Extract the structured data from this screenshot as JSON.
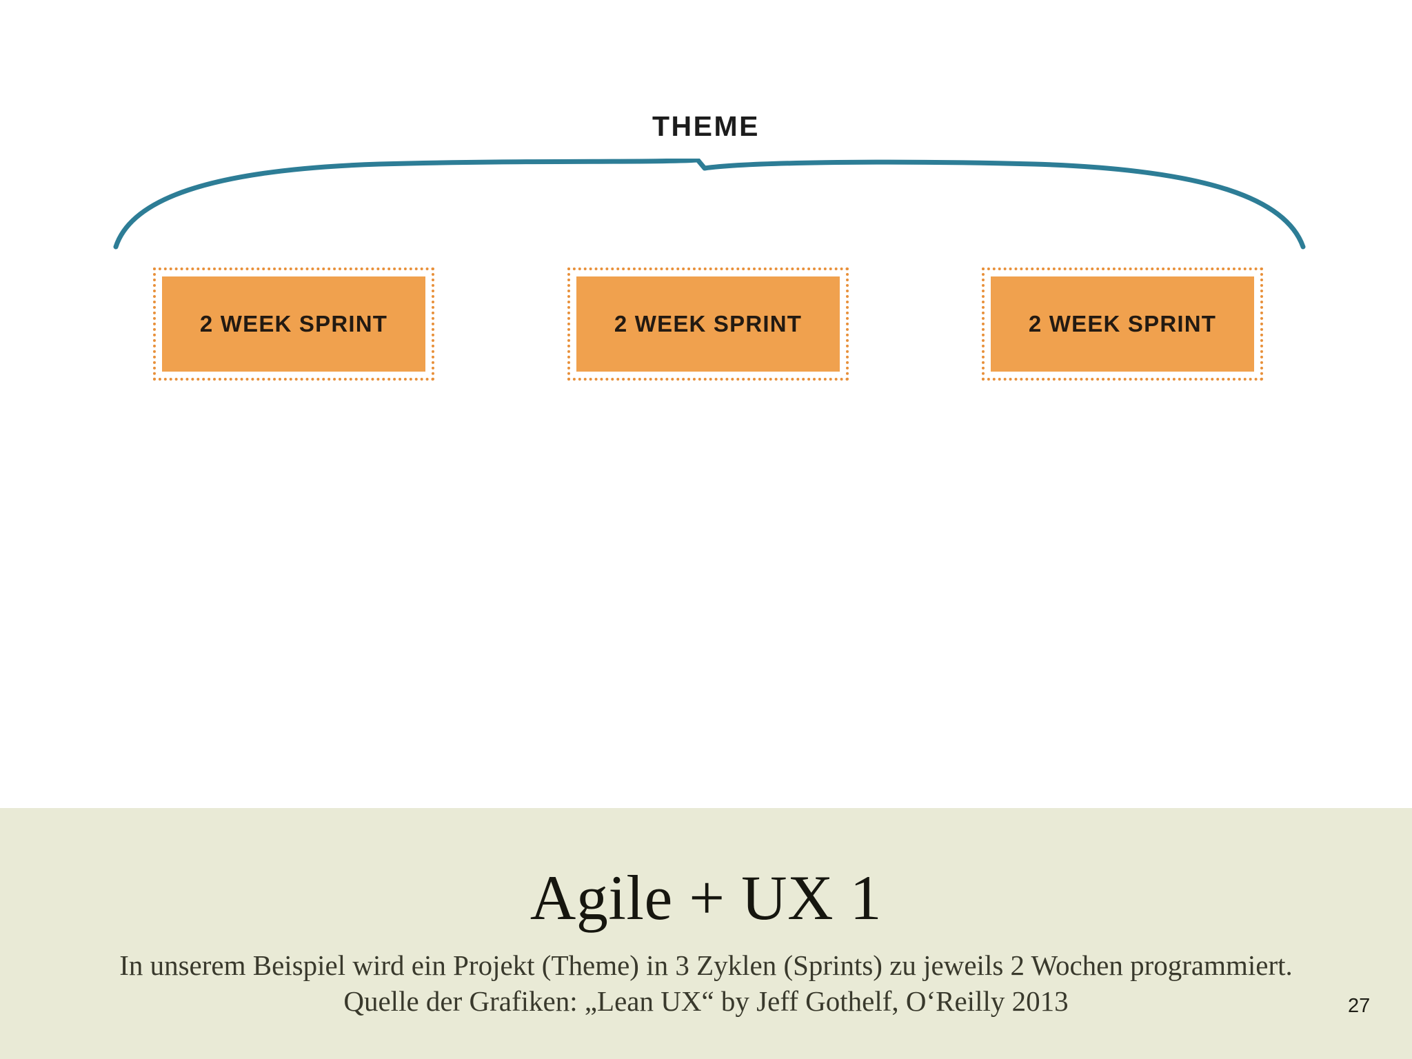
{
  "slide": {
    "page_number": "27",
    "title": "Agile + UX 1",
    "subtitle_line_1": "In unserem Beispiel wird ein Projekt (Theme) in 3 Zyklen (Sprints) zu jeweils 2 Wochen",
    "subtitle_line_2": "programmiert. Quelle der Grafiken: „Lean UX“ by Jeff Gothelf, O‘Reilly 2013",
    "background_color": "#ffffff",
    "caption_band_color": "#e9ead6"
  },
  "diagram": {
    "theme_label": "THEME",
    "brace_color": "#2d7d96",
    "sprint_box_fill": "#f0a14e",
    "sprint_box_border": "#e8903a",
    "sprint_text_color": "#231a12",
    "sprints": [
      {
        "label": "2 WEEK SPRINT"
      },
      {
        "label": "2 WEEK SPRINT"
      },
      {
        "label": "2 WEEK SPRINT"
      }
    ]
  }
}
